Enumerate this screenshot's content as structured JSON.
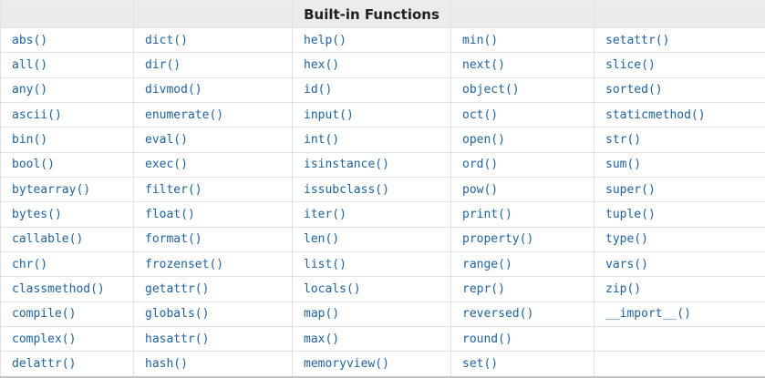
{
  "table": {
    "header": {
      "title": "Built-in Functions"
    },
    "rows": [
      [
        "abs()",
        "dict()",
        "help()",
        "min()",
        "setattr()"
      ],
      [
        "all()",
        "dir()",
        "hex()",
        "next()",
        "slice()"
      ],
      [
        "any()",
        "divmod()",
        "id()",
        "object()",
        "sorted()"
      ],
      [
        "ascii()",
        "enumerate()",
        "input()",
        "oct()",
        "staticmethod()"
      ],
      [
        "bin()",
        "eval()",
        "int()",
        "open()",
        "str()"
      ],
      [
        "bool()",
        "exec()",
        "isinstance()",
        "ord()",
        "sum()"
      ],
      [
        "bytearray()",
        "filter()",
        "issubclass()",
        "pow()",
        "super()"
      ],
      [
        "bytes()",
        "float()",
        "iter()",
        "print()",
        "tuple()"
      ],
      [
        "callable()",
        "format()",
        "len()",
        "property()",
        "type()"
      ],
      [
        "chr()",
        "frozenset()",
        "list()",
        "range()",
        "vars()"
      ],
      [
        "classmethod()",
        "getattr()",
        "locals()",
        "repr()",
        "zip()"
      ],
      [
        "compile()",
        "globals()",
        "map()",
        "reversed()",
        "__import__()"
      ],
      [
        "complex()",
        "hasattr()",
        "max()",
        "round()",
        ""
      ],
      [
        "delattr()",
        "hash()",
        "memoryview()",
        "set()",
        ""
      ]
    ]
  },
  "colors": {
    "link": "#2064a0",
    "header_bg": "#ebebeb",
    "border": "#e2e2e2",
    "header_text": "#222222"
  }
}
